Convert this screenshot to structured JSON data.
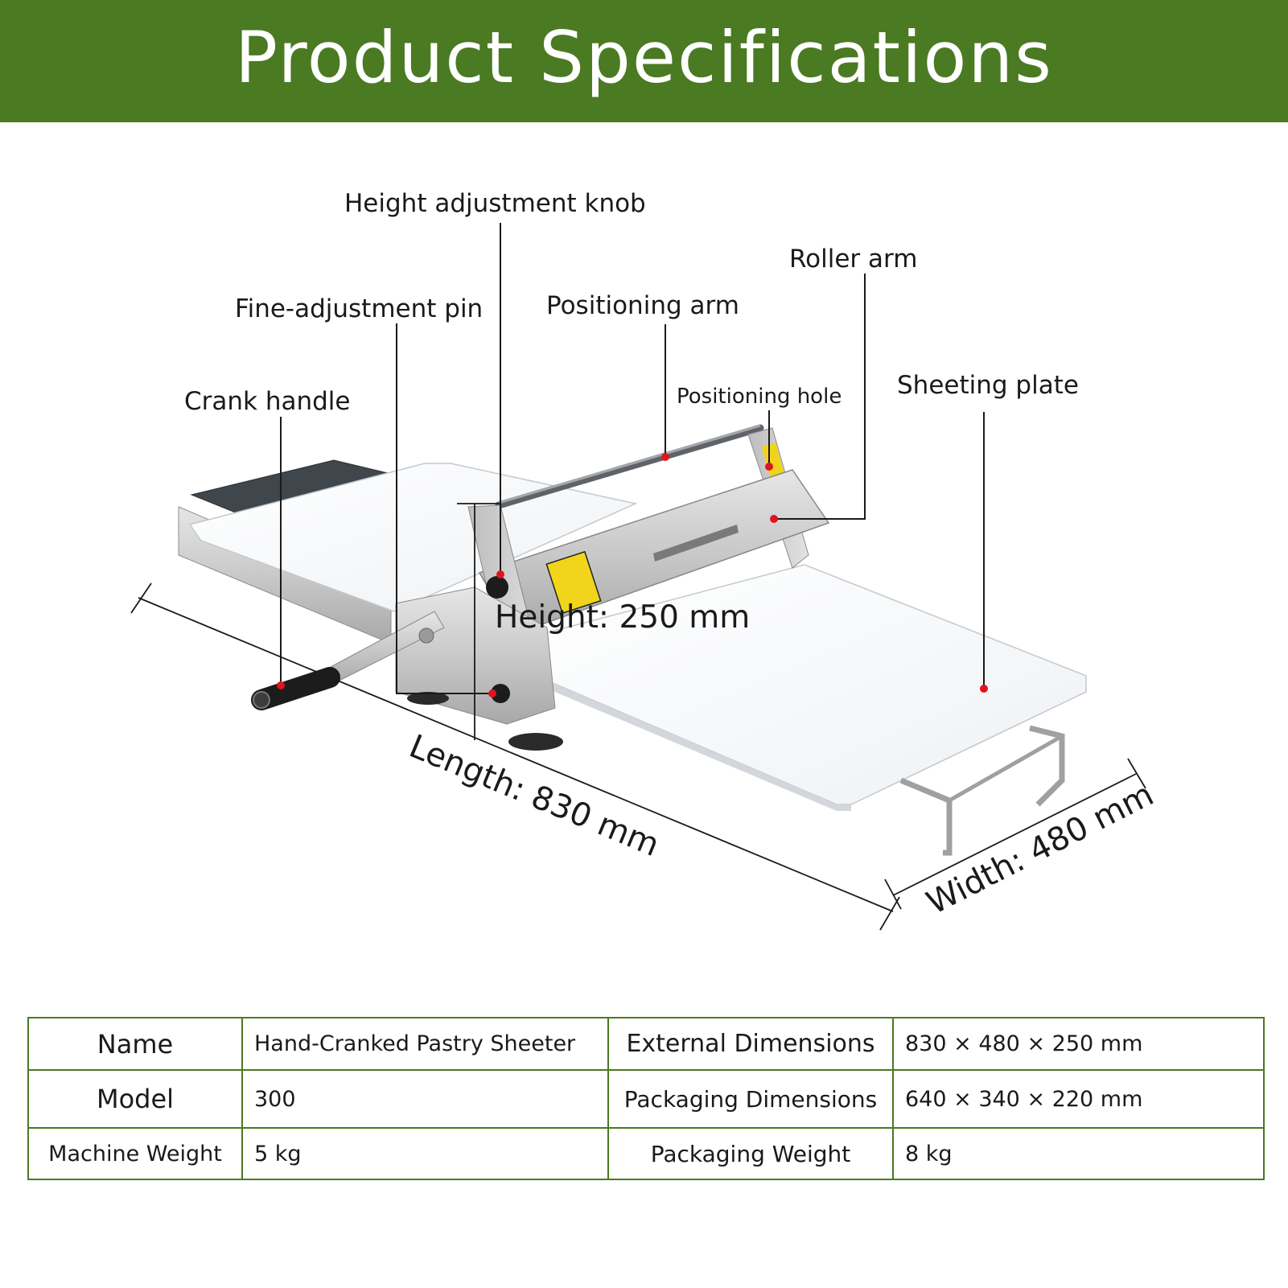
{
  "header": {
    "title": "Product Specifications",
    "background": "#4a7a22"
  },
  "callouts": {
    "height_adjustment_knob": "Height adjustment knob",
    "roller_arm": "Roller arm",
    "fine_adjustment_pin": "Fine-adjustment pin",
    "positioning_arm": "Positioning arm",
    "positioning_hole": "Positioning hole",
    "sheeting_plate": "Sheeting plate",
    "crank_handle": "Crank handle"
  },
  "dimensions": {
    "height": "Height: 250 mm",
    "length": "Length: 830 mm",
    "width": "Width: 480 mm"
  },
  "marker_color": "#e0141e",
  "specs": {
    "rows": [
      {
        "label1": "Name",
        "value1": "Hand-Cranked Pastry Sheeter",
        "label2": "External Dimensions",
        "value2": "830 × 480 × 250 mm"
      },
      {
        "label1": "Model",
        "value1": "300",
        "label2": "Packaging Dimensions",
        "value2": "640 × 340 × 220 mm"
      },
      {
        "label1": "Machine Weight",
        "value1": "5 kg",
        "label2": "Packaging Weight",
        "value2": "8 kg"
      }
    ]
  }
}
